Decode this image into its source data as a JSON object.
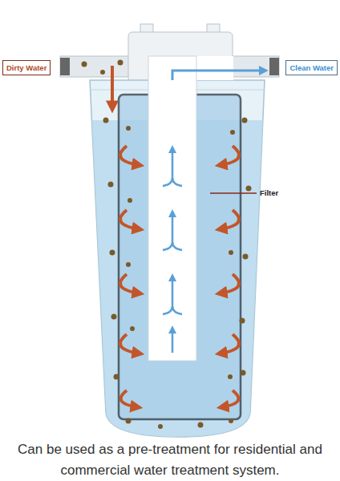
{
  "diagram": {
    "caption": "Can be used as a pre-treatment for residential and commercial water treatment system.",
    "nodes": [
      {
        "text": [
          "Dirty Water"
        ]
      },
      {
        "text": [
          "Clean Water"
        ]
      }
    ],
    "labels": [
      "Filter"
    ]
  }
}
